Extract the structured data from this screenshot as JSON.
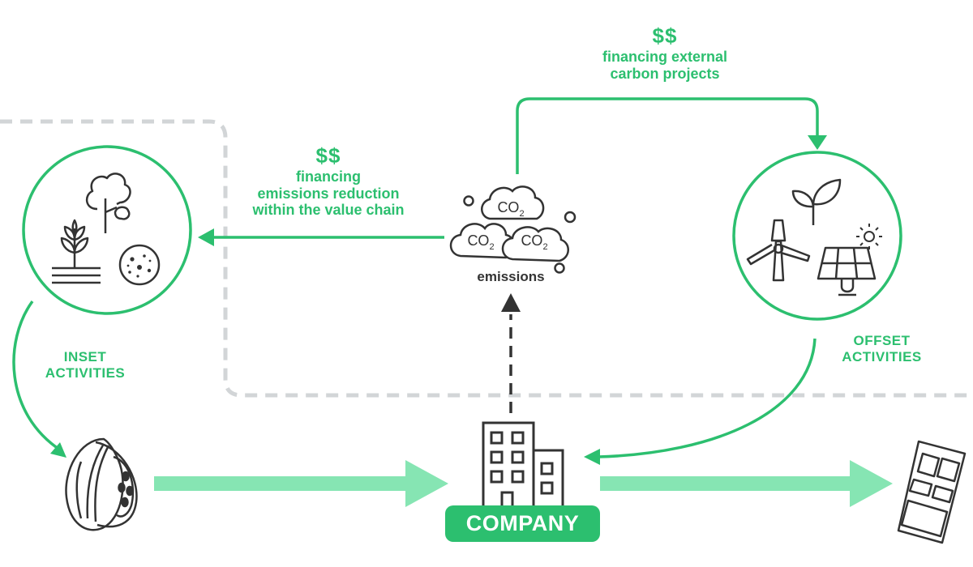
{
  "colors": {
    "green": "#2cbf6f",
    "light_green": "#86e5b3",
    "dark": "#333333",
    "gray_dashed": "#d2d5d7"
  },
  "labels": {
    "external_dollars": "$$",
    "external_text_line1": "financing external",
    "external_text_line2": "carbon projects",
    "internal_dollars": "$$",
    "internal_text_line1": "financing",
    "internal_text_line2": "emissions reduction",
    "internal_text_line3": "within the value chain",
    "emissions": "emissions",
    "inset_line1": "INSET",
    "inset_line2": "ACTIVITIES",
    "offset_line1": "OFFSET",
    "offset_line2": "ACTIVITIES",
    "company": "COMPANY",
    "co2": "CO",
    "co2_sub": "2"
  },
  "icons": {
    "inset": [
      "tree-icon",
      "sprout-icon",
      "soil-icon"
    ],
    "offset": [
      "leaf-icon",
      "wind-turbine-icon",
      "solar-panel-icon",
      "sun-icon"
    ],
    "supply": "cocoa-pod-icon",
    "company": "building-icon",
    "product": "chocolate-bar-icon",
    "emissions": "co2-cloud-icon"
  }
}
